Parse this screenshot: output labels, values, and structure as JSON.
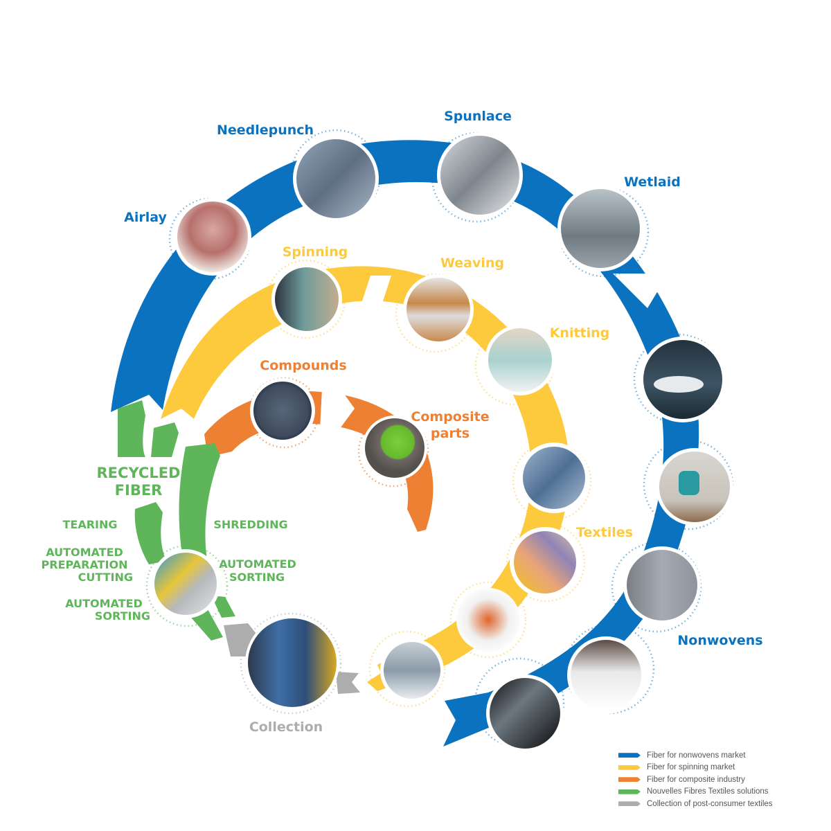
{
  "colors": {
    "nonwovens": "#0a72bf",
    "spinning": "#fdca3e",
    "composite": "#ee8034",
    "nft": "#5fb55a",
    "collection": "#adadad"
  },
  "nonwovens_track": {
    "labels": {
      "airlay": "Airlay",
      "needlepunch": "Needlepunch",
      "spunlace": "Spunlace",
      "wetlaid": "Wetlaid",
      "nonwovens": "Nonwovens"
    },
    "photos": [
      "andritz-airlay-machine",
      "needlepunch-machine",
      "spunlace-machine",
      "wetlaid-line",
      "electric-car-charging",
      "teal-armchair",
      "insulation-panel-install",
      "mattress-cutaway",
      "nonwoven-felt"
    ]
  },
  "spinning_track": {
    "labels": {
      "spinning": "Spinning",
      "weaving": "Weaving",
      "knitting": "Knitting",
      "textiles": "Textiles"
    },
    "photos": [
      "yarn-cones",
      "folded-fabrics",
      "knitted-towels-cotton",
      "folded-jeans",
      "colored-shirts-on-hangers",
      "orange-sneakers",
      "pillows"
    ]
  },
  "composite_track": {
    "labels": {
      "compounds": "Compounds",
      "composite_parts_line1": "Composite",
      "composite_parts_line2": "parts"
    },
    "photos": [
      "plastic-pellets-in-hand",
      "green-racket-paddle"
    ]
  },
  "nft_track": {
    "labels": {
      "recycled_line1": "RECYCLED",
      "recycled_line2": "FIBER",
      "tearing": "TEARING",
      "prep_line1": "AUTOMATED",
      "prep_line2": "PREPARATION",
      "prep_line3": "CUTTING",
      "sort_left_line1": "AUTOMATED",
      "sort_left_line2": "SORTING",
      "shredding": "SHREDDING",
      "sort_right_line1": "AUTOMATED",
      "sort_right_line2": "SORTING"
    },
    "photos": [
      "sorting-machine"
    ]
  },
  "collection_track": {
    "labels": {
      "collection": "Collection"
    },
    "photos": [
      "baled-used-clothing"
    ]
  },
  "legend": {
    "items": [
      {
        "label": "Fiber for nonwovens market",
        "color": "#0a72bf"
      },
      {
        "label": "Fiber for spinning market",
        "color": "#fdca3e"
      },
      {
        "label": "Fiber for composite industry",
        "color": "#ee8034"
      },
      {
        "label": "Nouvelles Fibres Textiles solutions",
        "color": "#5fb55a"
      },
      {
        "label": "Collection of post-consumer textiles",
        "color": "#adadad"
      }
    ]
  }
}
